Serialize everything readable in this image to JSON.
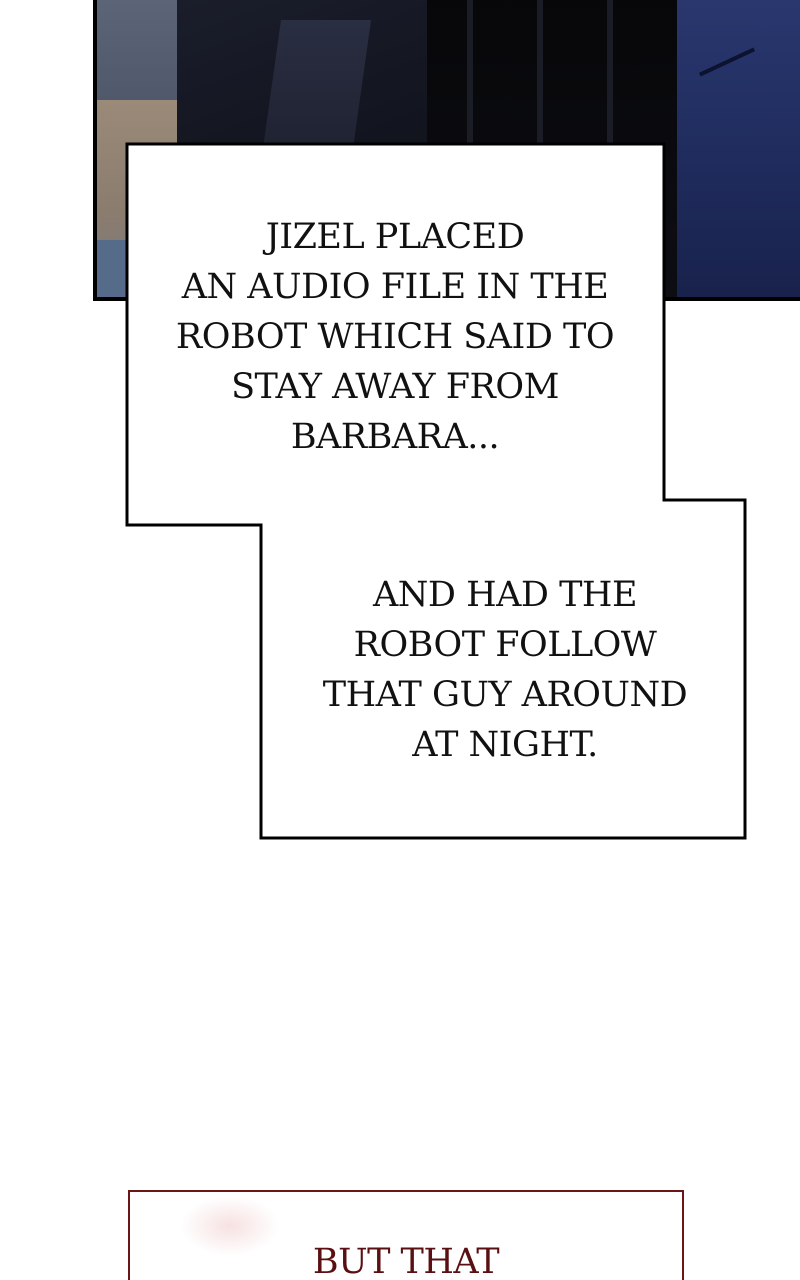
{
  "captions": {
    "first": "JIZEL PLACED\nAN AUDIO FILE IN THE\nROBOT WHICH SAID TO\nSTAY AWAY FROM\nBARBARA...",
    "second": "AND HAD THE\nROBOT FOLLOW\nTHAT GUY AROUND\nAT NIGHT."
  },
  "bottom_caption": {
    "text": "BUT THAT"
  },
  "colors": {
    "caption_border": "#000000",
    "bottom_border": "#6b1515",
    "bottom_text": "#5a0f12"
  }
}
